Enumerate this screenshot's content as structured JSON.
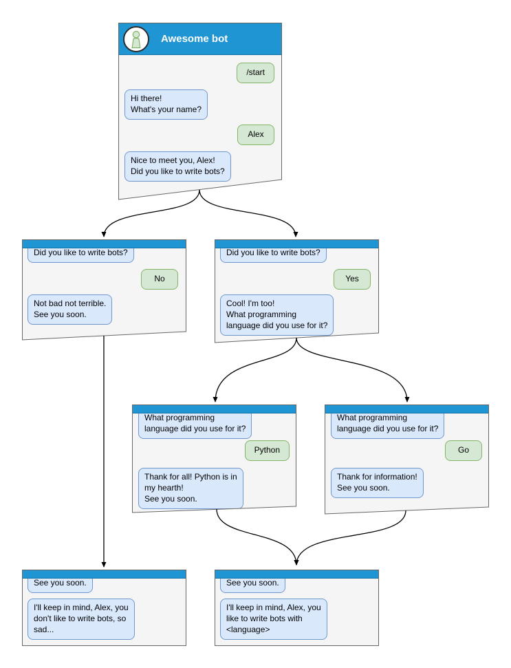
{
  "diagram": {
    "type": "chatbot-conversation-flow",
    "colors": {
      "header": "#2095d3",
      "header_border": "#1272a6",
      "window_bg": "#f5f5f5",
      "window_border": "#666666",
      "bot_bubble_bg": "#dae8fc",
      "bot_bubble_border": "#7096cf",
      "user_bubble_bg": "#d5e8d4",
      "user_bubble_border": "#82b366",
      "arrow": "#000000"
    },
    "windows": {
      "root": {
        "title": "Awesome bot",
        "avatar_icon": "person-icon",
        "messages": [
          {
            "from": "user",
            "text": "/start"
          },
          {
            "from": "bot",
            "text": "Hi there!\nWhat's your name?"
          },
          {
            "from": "user",
            "text": "Alex"
          },
          {
            "from": "bot",
            "text": "Nice to meet you, Alex!\nDid you like to write bots?"
          }
        ]
      },
      "no_branch": {
        "messages": [
          {
            "from": "bot",
            "text": "Did you like to write bots?"
          },
          {
            "from": "user",
            "text": "No"
          },
          {
            "from": "bot",
            "text": "Not bad not terrible.\nSee you soon."
          }
        ]
      },
      "yes_branch": {
        "messages": [
          {
            "from": "bot",
            "text": "Did you like to write bots?"
          },
          {
            "from": "user",
            "text": "Yes"
          },
          {
            "from": "bot",
            "text": "Cool! I'm too!\nWhat programming\nlanguage did you use for it?"
          }
        ]
      },
      "python_branch": {
        "messages": [
          {
            "from": "bot",
            "text": "What programming\nlanguage did you use for it?"
          },
          {
            "from": "user",
            "text": "Python"
          },
          {
            "from": "bot",
            "text": "Thank for all! Python is in\nmy hearth!\nSee you soon."
          }
        ]
      },
      "go_branch": {
        "messages": [
          {
            "from": "bot",
            "text": "What programming\nlanguage did you use for it?"
          },
          {
            "from": "user",
            "text": "Go"
          },
          {
            "from": "bot",
            "text": "Thank for information!\nSee you soon."
          }
        ]
      },
      "end_no": {
        "messages": [
          {
            "from": "bot",
            "text": "See you soon."
          },
          {
            "from": "bot",
            "text": "I'll keep in mind, Alex, you\ndon't like to write bots, so\nsad..."
          }
        ]
      },
      "end_language": {
        "messages": [
          {
            "from": "bot",
            "text": "See you soon."
          },
          {
            "from": "bot",
            "text": "I'll keep in mind, Alex, you\nlike to write bots with\n<language>"
          }
        ]
      }
    },
    "edges": [
      {
        "from": "root",
        "to": "no_branch"
      },
      {
        "from": "root",
        "to": "yes_branch"
      },
      {
        "from": "no_branch",
        "to": "end_no"
      },
      {
        "from": "yes_branch",
        "to": "python_branch"
      },
      {
        "from": "yes_branch",
        "to": "go_branch"
      },
      {
        "from": "python_branch",
        "to": "end_language"
      },
      {
        "from": "go_branch",
        "to": "end_language"
      }
    ]
  }
}
